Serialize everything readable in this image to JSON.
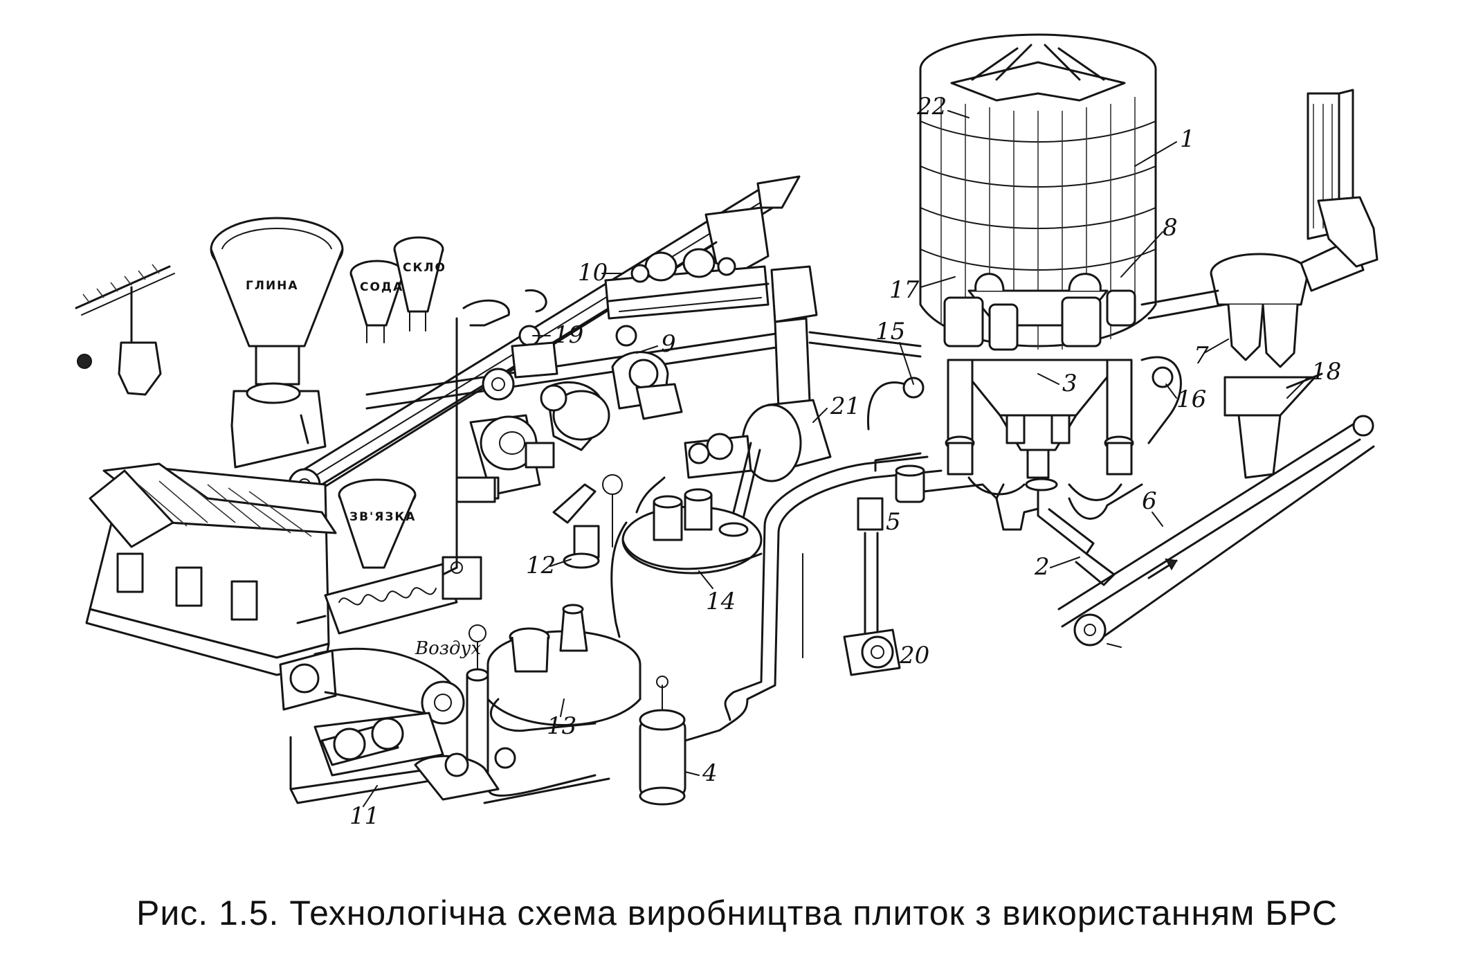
{
  "diagram": {
    "bin_labels": {
      "clay": "ГЛИНА",
      "soda": "СОДА",
      "glass": "СКЛО",
      "binder": "ЗВ'ЯЗКА"
    },
    "air_label": "Воздух",
    "callouts": [
      "1",
      "2",
      "3",
      "4",
      "5",
      "6",
      "7",
      "8",
      "9",
      "10",
      "11",
      "12",
      "13",
      "14",
      "15",
      "16",
      "17",
      "18",
      "19",
      "20",
      "21",
      "22"
    ]
  },
  "caption": "Рис. 1.5. Технологічна схема виробництва плиток з використанням БРС"
}
